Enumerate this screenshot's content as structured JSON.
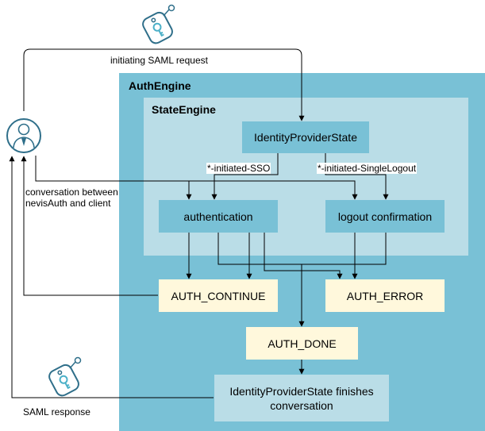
{
  "containers": {
    "auth_engine": "AuthEngine",
    "state_engine": "StateEngine"
  },
  "nodes": {
    "identity_provider_state": "IdentityProviderState",
    "authentication": "authentication",
    "logout_confirmation": "logout confirmation",
    "auth_continue": "AUTH_CONTINUE",
    "auth_error": "AUTH_ERROR",
    "auth_done": "AUTH_DONE",
    "finishes": "IdentityProviderState finishes conversation"
  },
  "edge_labels": {
    "saml_request": "initiating SAML request",
    "initiated_sso": "*-initiated-SSO",
    "initiated_logout": "*-initiated-SingleLogout",
    "conversation_line1": "conversation between",
    "conversation_line2": "nevisAuth and client",
    "saml_response": "SAML response"
  },
  "icons": {
    "user": "user-icon",
    "key_top": "key-tag-icon",
    "key_bottom": "key-tag-icon"
  },
  "colors": {
    "auth_engine_bg": "#79C1D6",
    "state_engine_bg": "#BADDE7",
    "result_box_bg": "#FFF8DC",
    "line": "#000000"
  }
}
